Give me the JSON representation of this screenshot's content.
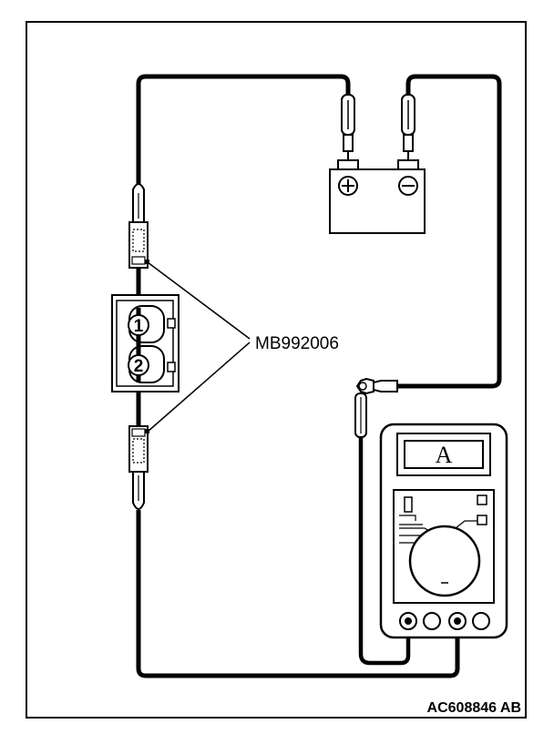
{
  "diagram": {
    "callout_label": "MB992006",
    "meter_display": "A",
    "figure_code": "AC608846 AB",
    "relay_terminals": [
      "1",
      "2"
    ],
    "battery_terminals": [
      "+",
      "−"
    ],
    "wire_color": "#000000",
    "background_color": "#ffffff"
  }
}
